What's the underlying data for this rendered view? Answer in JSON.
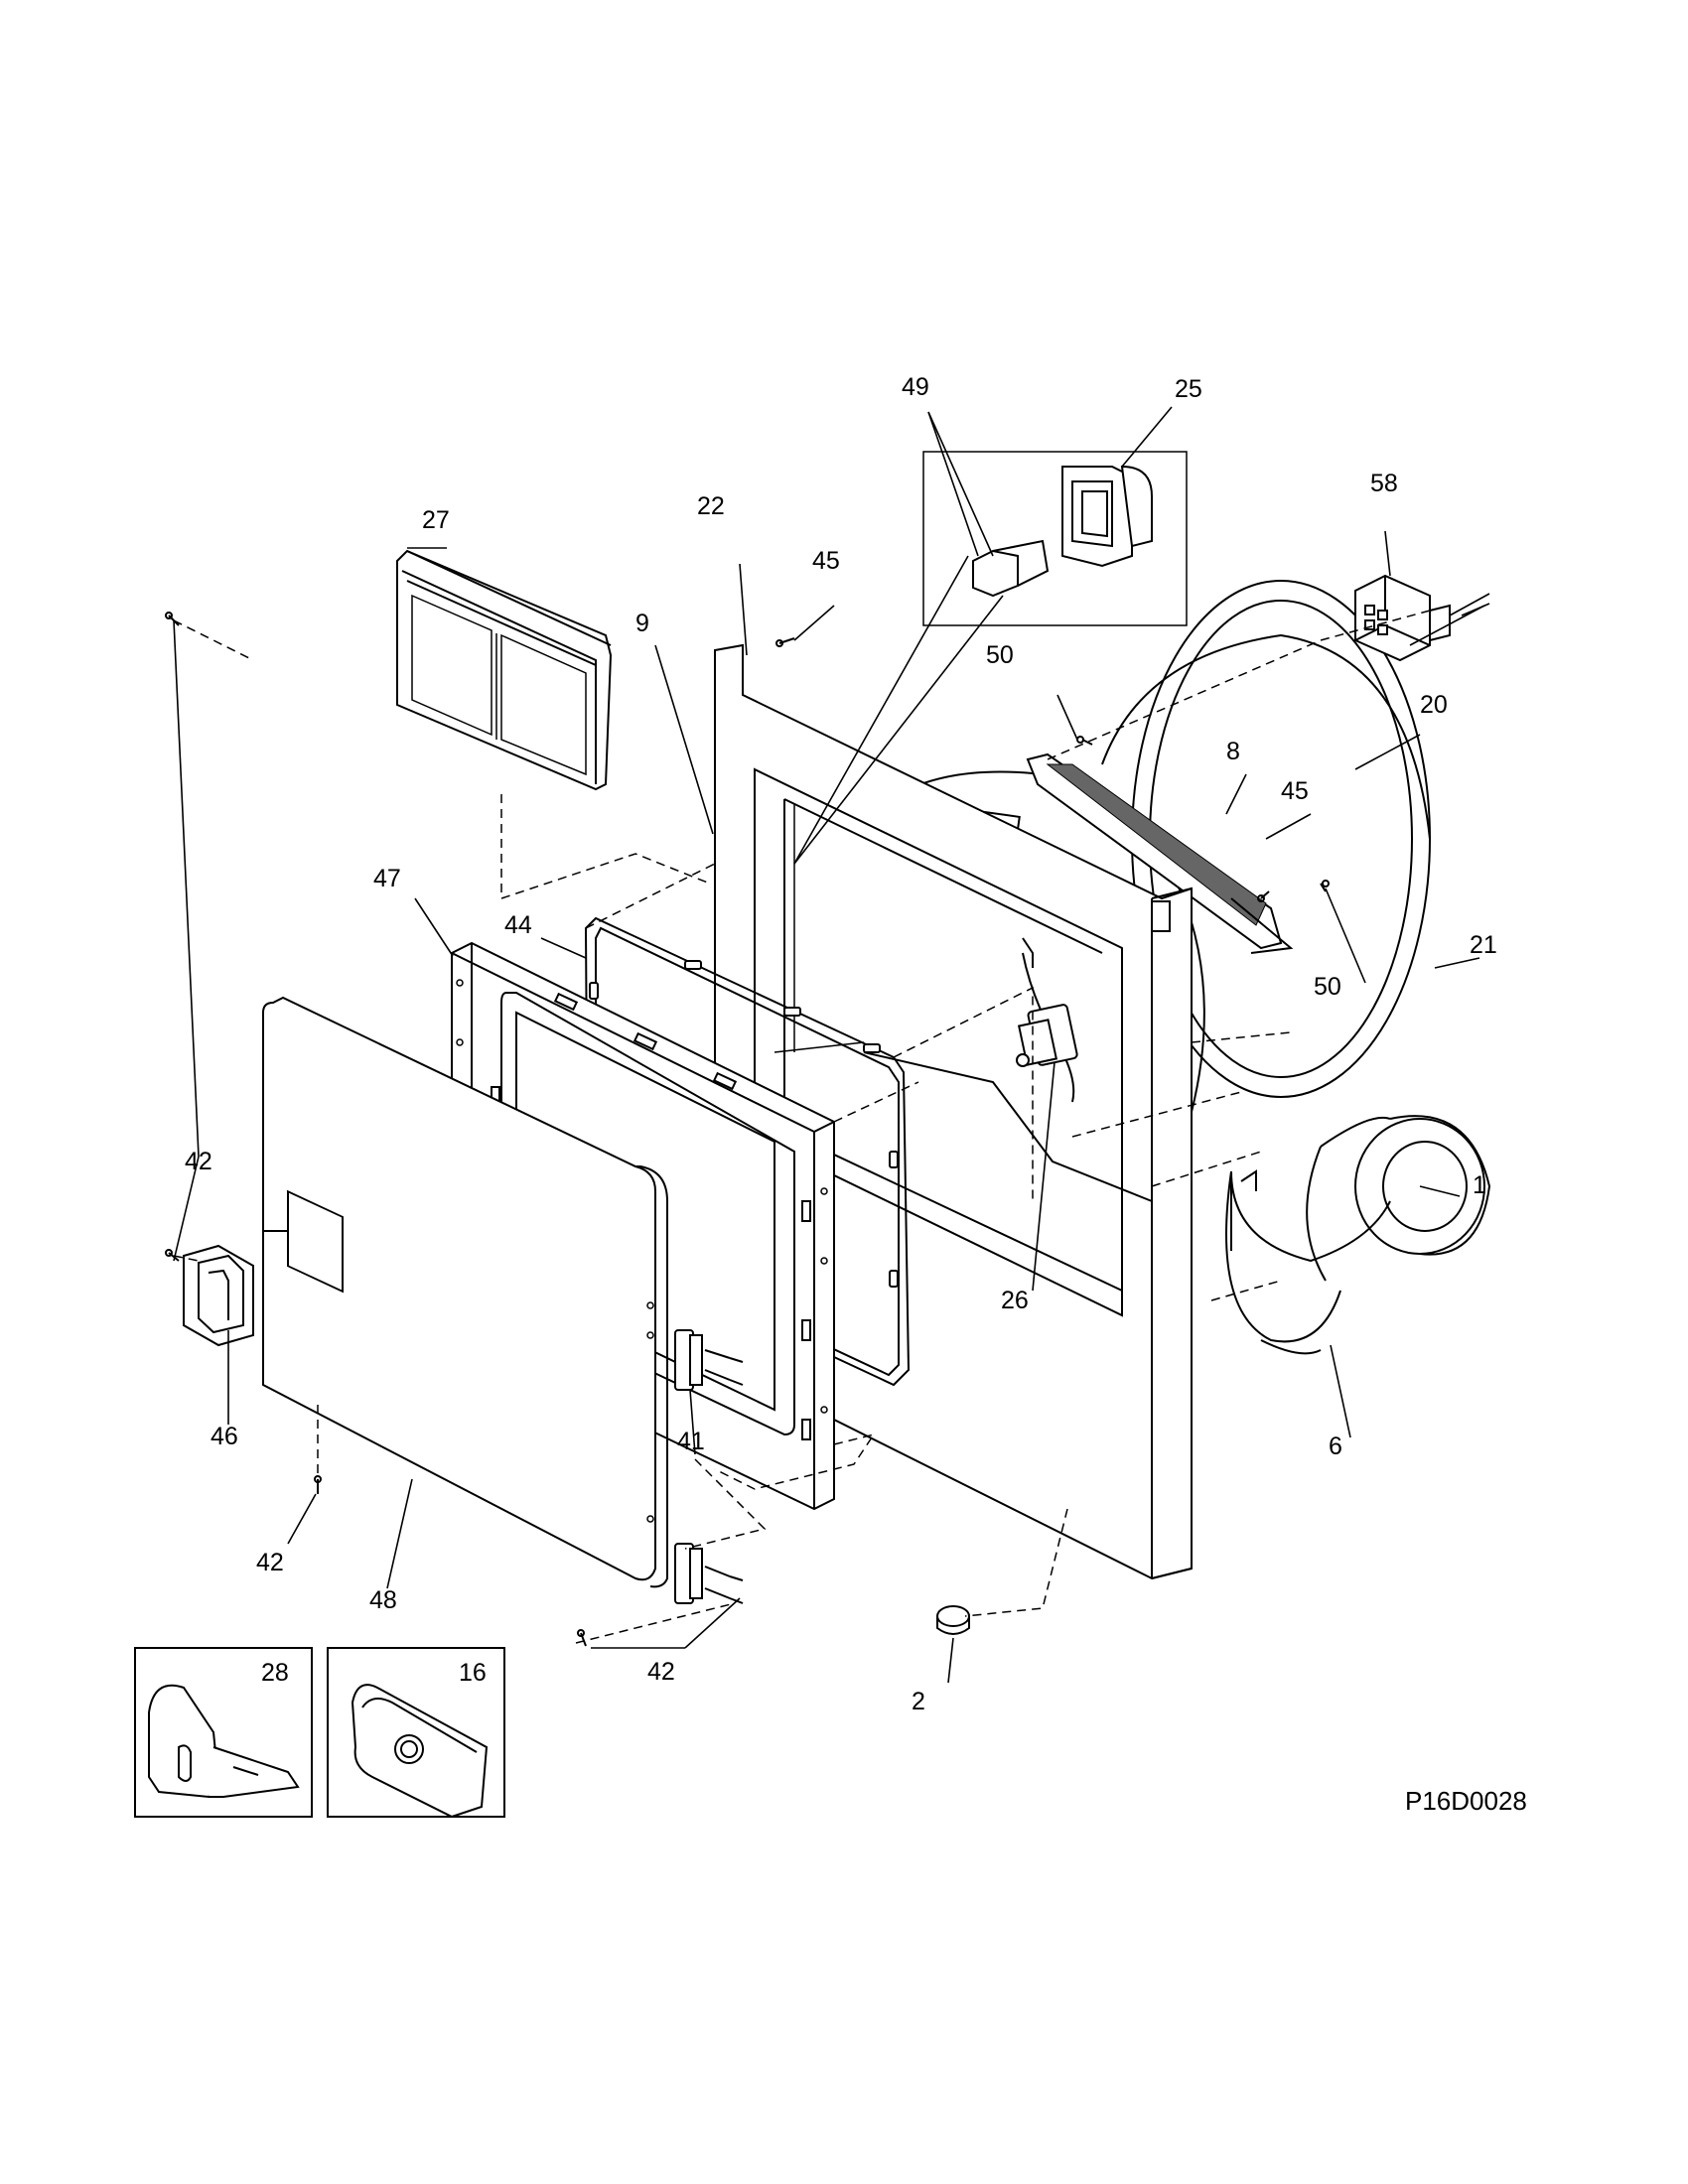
{
  "diagram": {
    "drawing_code": "P16D0028",
    "callouts": {
      "c1": "1",
      "c2": "2",
      "c6": "6",
      "c8": "8",
      "c9": "9",
      "c16": "16",
      "c20": "20",
      "c21": "21",
      "c22": "22",
      "c25": "25",
      "c26": "26",
      "c27": "27",
      "c28": "28",
      "c41": "41",
      "c42": "42",
      "c44": "44",
      "c45": "45",
      "c46": "46",
      "c47": "47",
      "c48": "48",
      "c49": "49",
      "c50": "50",
      "c58": "58"
    }
  }
}
